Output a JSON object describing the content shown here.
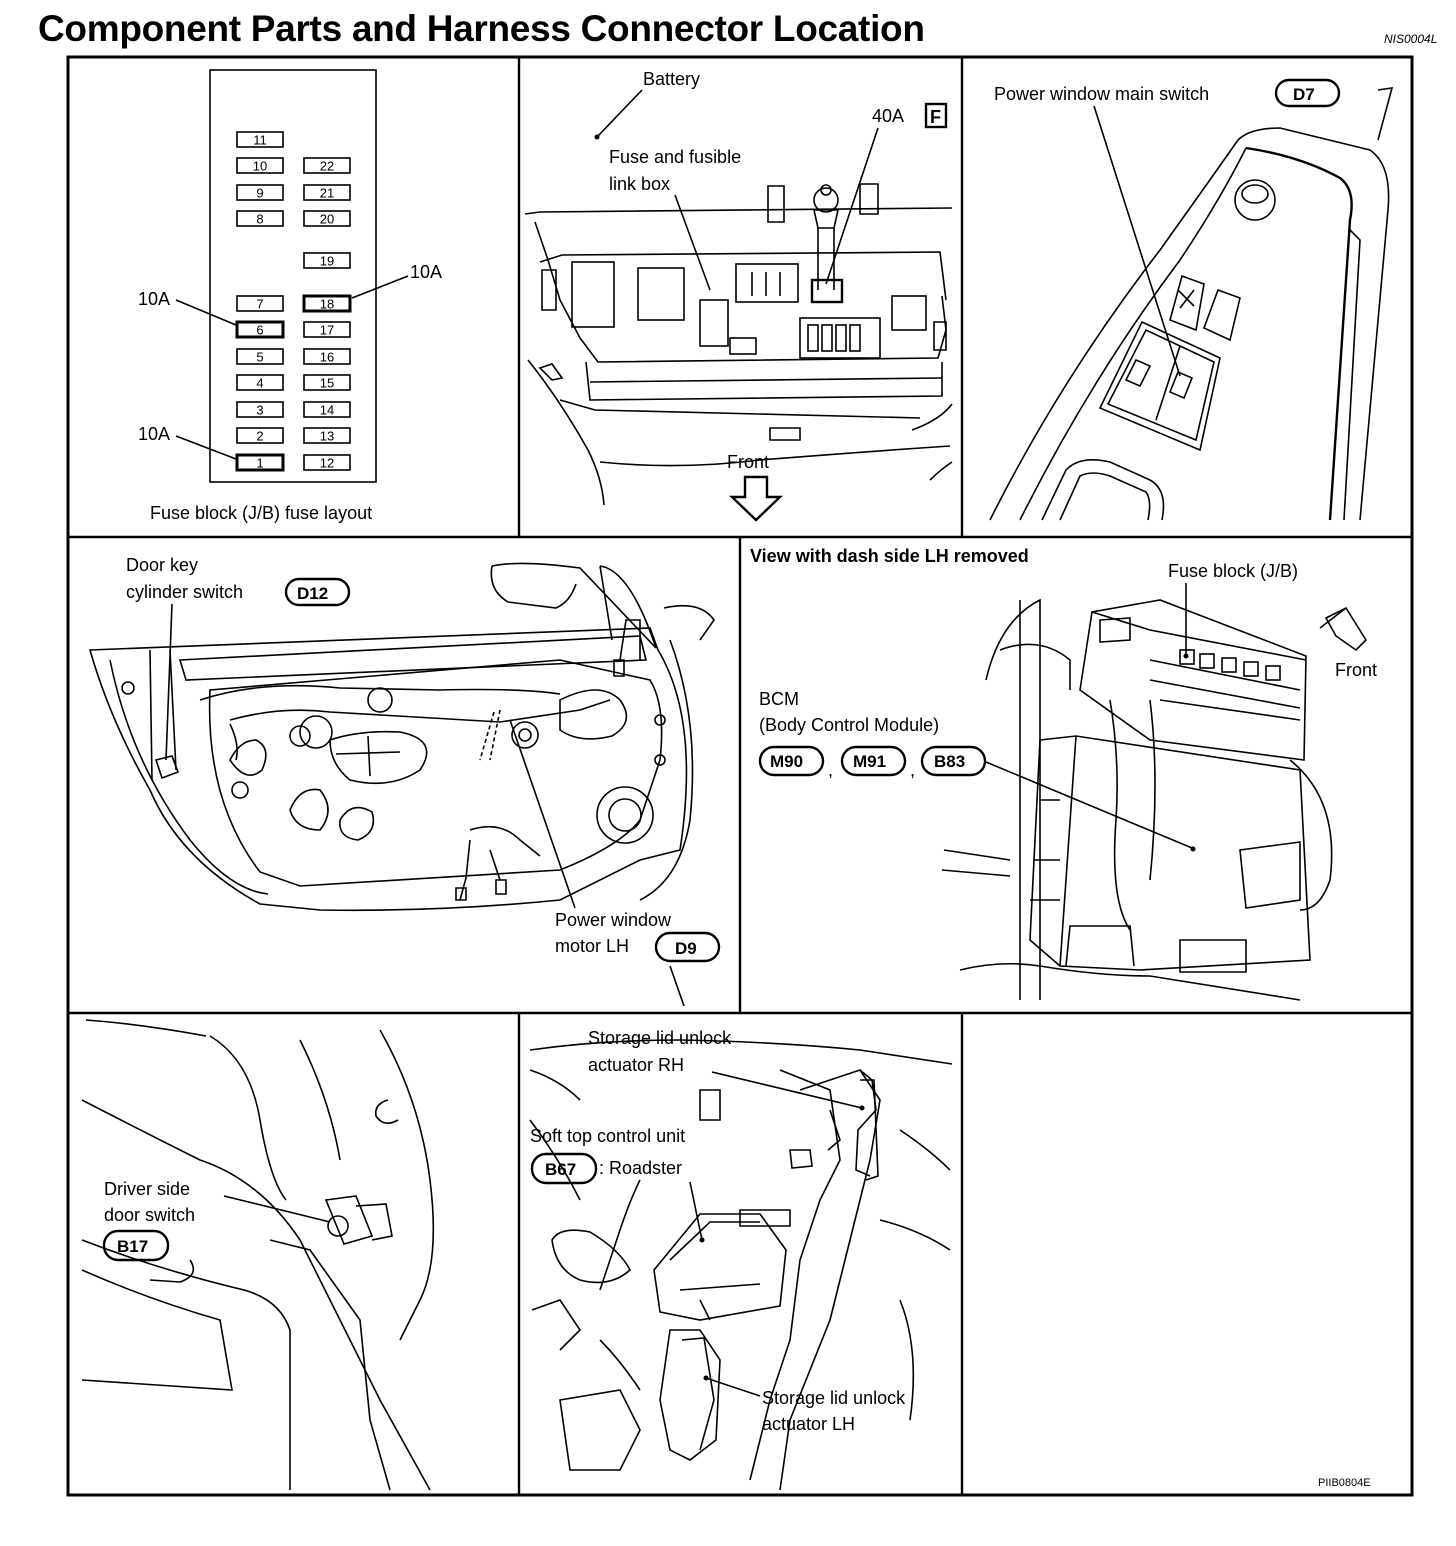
{
  "title": "Component Parts and Harness Connector Location",
  "doc_code": "NIS0004L",
  "figure_code": "PIIB0804E",
  "panels": {
    "fuse_layout": {
      "caption": "Fuse block (J/B) fuse layout",
      "left_column": [
        "11",
        "10",
        "9",
        "8",
        "7",
        "6",
        "5",
        "4",
        "3",
        "2",
        "1"
      ],
      "right_column": [
        "22",
        "21",
        "20",
        "19",
        "18",
        "17",
        "16",
        "15",
        "14",
        "13",
        "12"
      ],
      "callout_18": "10A",
      "callout_6": "10A",
      "callout_1": "10A"
    },
    "battery": {
      "battery_label": "Battery",
      "fuse_box_label_line1": "Fuse and fusible",
      "fuse_box_label_line2": "link box",
      "fusible_link_value": "40A",
      "fusible_link_letter": "F",
      "front_label": "Front"
    },
    "window_switch": {
      "label": "Power window main switch",
      "connector": "D7"
    },
    "door": {
      "key_label_line1": "Door key",
      "key_label_line2": "cylinder switch",
      "key_connector": "D12",
      "motor_label_line1": "Power window",
      "motor_label_line2": "motor LH",
      "motor_connector": "D9"
    },
    "dash": {
      "heading": "View with dash side LH removed",
      "fuse_block_label": "Fuse block (J/B)",
      "front_label": "Front",
      "bcm_line1": "BCM",
      "bcm_line2": "(Body Control Module)",
      "connectors": [
        "M90",
        "M91",
        "B83"
      ],
      "separator": ","
    },
    "door_switch": {
      "label_line1": "Driver side",
      "label_line2": "door switch",
      "connector": "B17"
    },
    "storage": {
      "rh_line1": "Storage lid unlock",
      "rh_line2": "actuator RH",
      "soft_top_label": "Soft top control unit",
      "soft_top_connector": "B67",
      "soft_top_suffix": ": Roadster",
      "lh_line1": "Storage lid unlock",
      "lh_line2": "actuator LH"
    }
  }
}
